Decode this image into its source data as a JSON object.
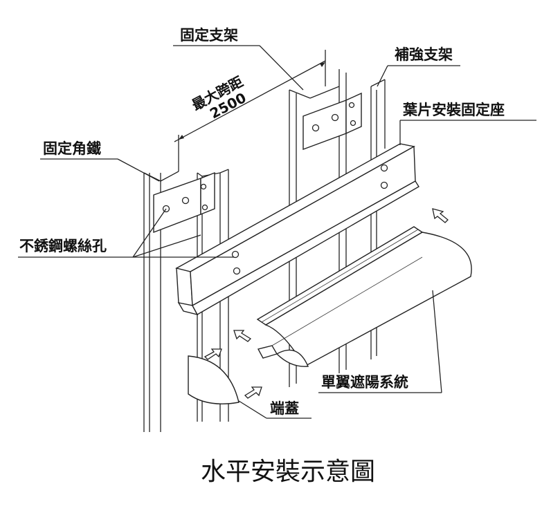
{
  "labels": {
    "fixed_bracket": "固定支架",
    "reinforce_bracket": "補強支架",
    "max_span": "最大跨距",
    "span_value": "2500",
    "blade_mount": "葉片安裝固定座",
    "fixed_angle": "固定角鐵",
    "screw_holes": "不銹鋼螺絲孔",
    "single_wing": "單翼遮陽系統",
    "end_cap": "端蓋"
  },
  "title": "水平安裝示意圖"
}
